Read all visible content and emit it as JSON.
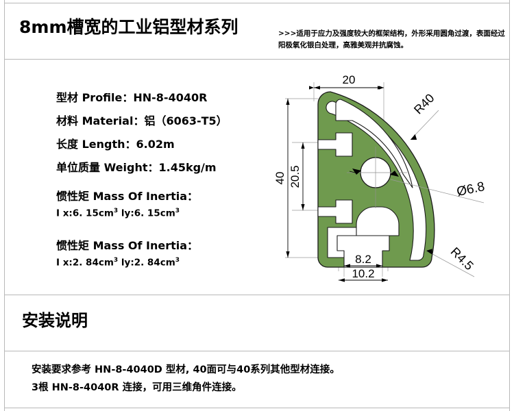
{
  "header": {
    "title": "8mm槽宽的工业铝型材系列",
    "note": ">>>适用于应力及强度较大的框架结构，外形采用圆角过渡，表面经过阳极氧化银白处理，高雅美观并抗腐蚀。"
  },
  "specs": {
    "profile": "型材 Profile：HN-8-4040R",
    "material": "材料 Material：铝（6063-T5）",
    "length": "长度 Length：6.02m",
    "weight": "单位质量 Weight：1.45kg/m",
    "inertia1_head": "惯性矩 Mass Of Inertia：",
    "inertia1_ix": "I x:6. 15cm",
    "inertia1_ix_sup": "3",
    "inertia1_iy": " ly:6. 15cm",
    "inertia1_iy_sup": "3",
    "inertia2_head": "惯性矩 Mass Of Inertia：",
    "inertia2_ix": "I x:2. 84cm",
    "inertia2_ix_sup": "3",
    "inertia2_iy": " ly:2. 84cm",
    "inertia2_iy_sup": "3"
  },
  "drawing": {
    "profile_fill": "#6f9a4e",
    "profile_stroke": "#1a1a1a",
    "dim_top_20": "20",
    "dim_left_40": "40",
    "dim_left_20_5": "20.5",
    "dim_bottom_8_2": "8.2",
    "dim_bottom_10_2": "10.2",
    "label_r40": "R40",
    "label_dia_6_8": "Ø6.8",
    "label_r4_5": "R4.5"
  },
  "install": {
    "title": "安装说明",
    "line1": "安装要求参考 HN-8-4040D 型材, 40面可与40系列其他型材连接。",
    "line2": "3根 HN-8-4040R 连接，可用三维角件连接。"
  }
}
